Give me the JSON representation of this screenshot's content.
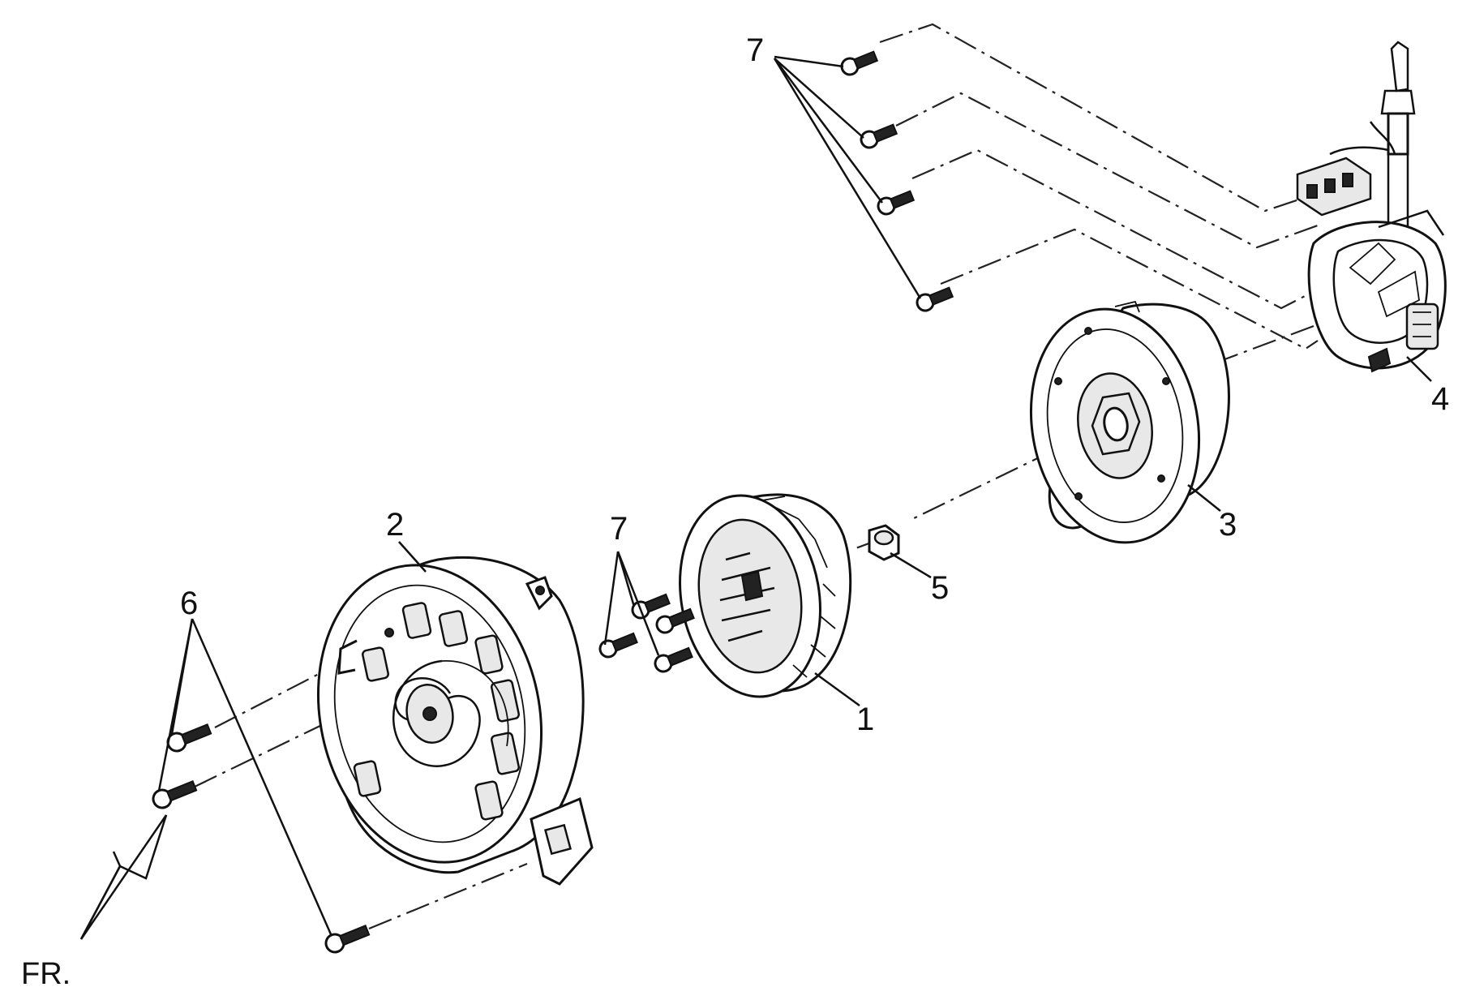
{
  "diagram": {
    "callouts": {
      "fan": "1",
      "fan_cover": "2",
      "flywheel": "3",
      "stator": "4",
      "nut": "5",
      "cover_bolts": "6",
      "stator_bolts": "7",
      "fan_bolts": "7"
    },
    "direction_label": "FR."
  }
}
